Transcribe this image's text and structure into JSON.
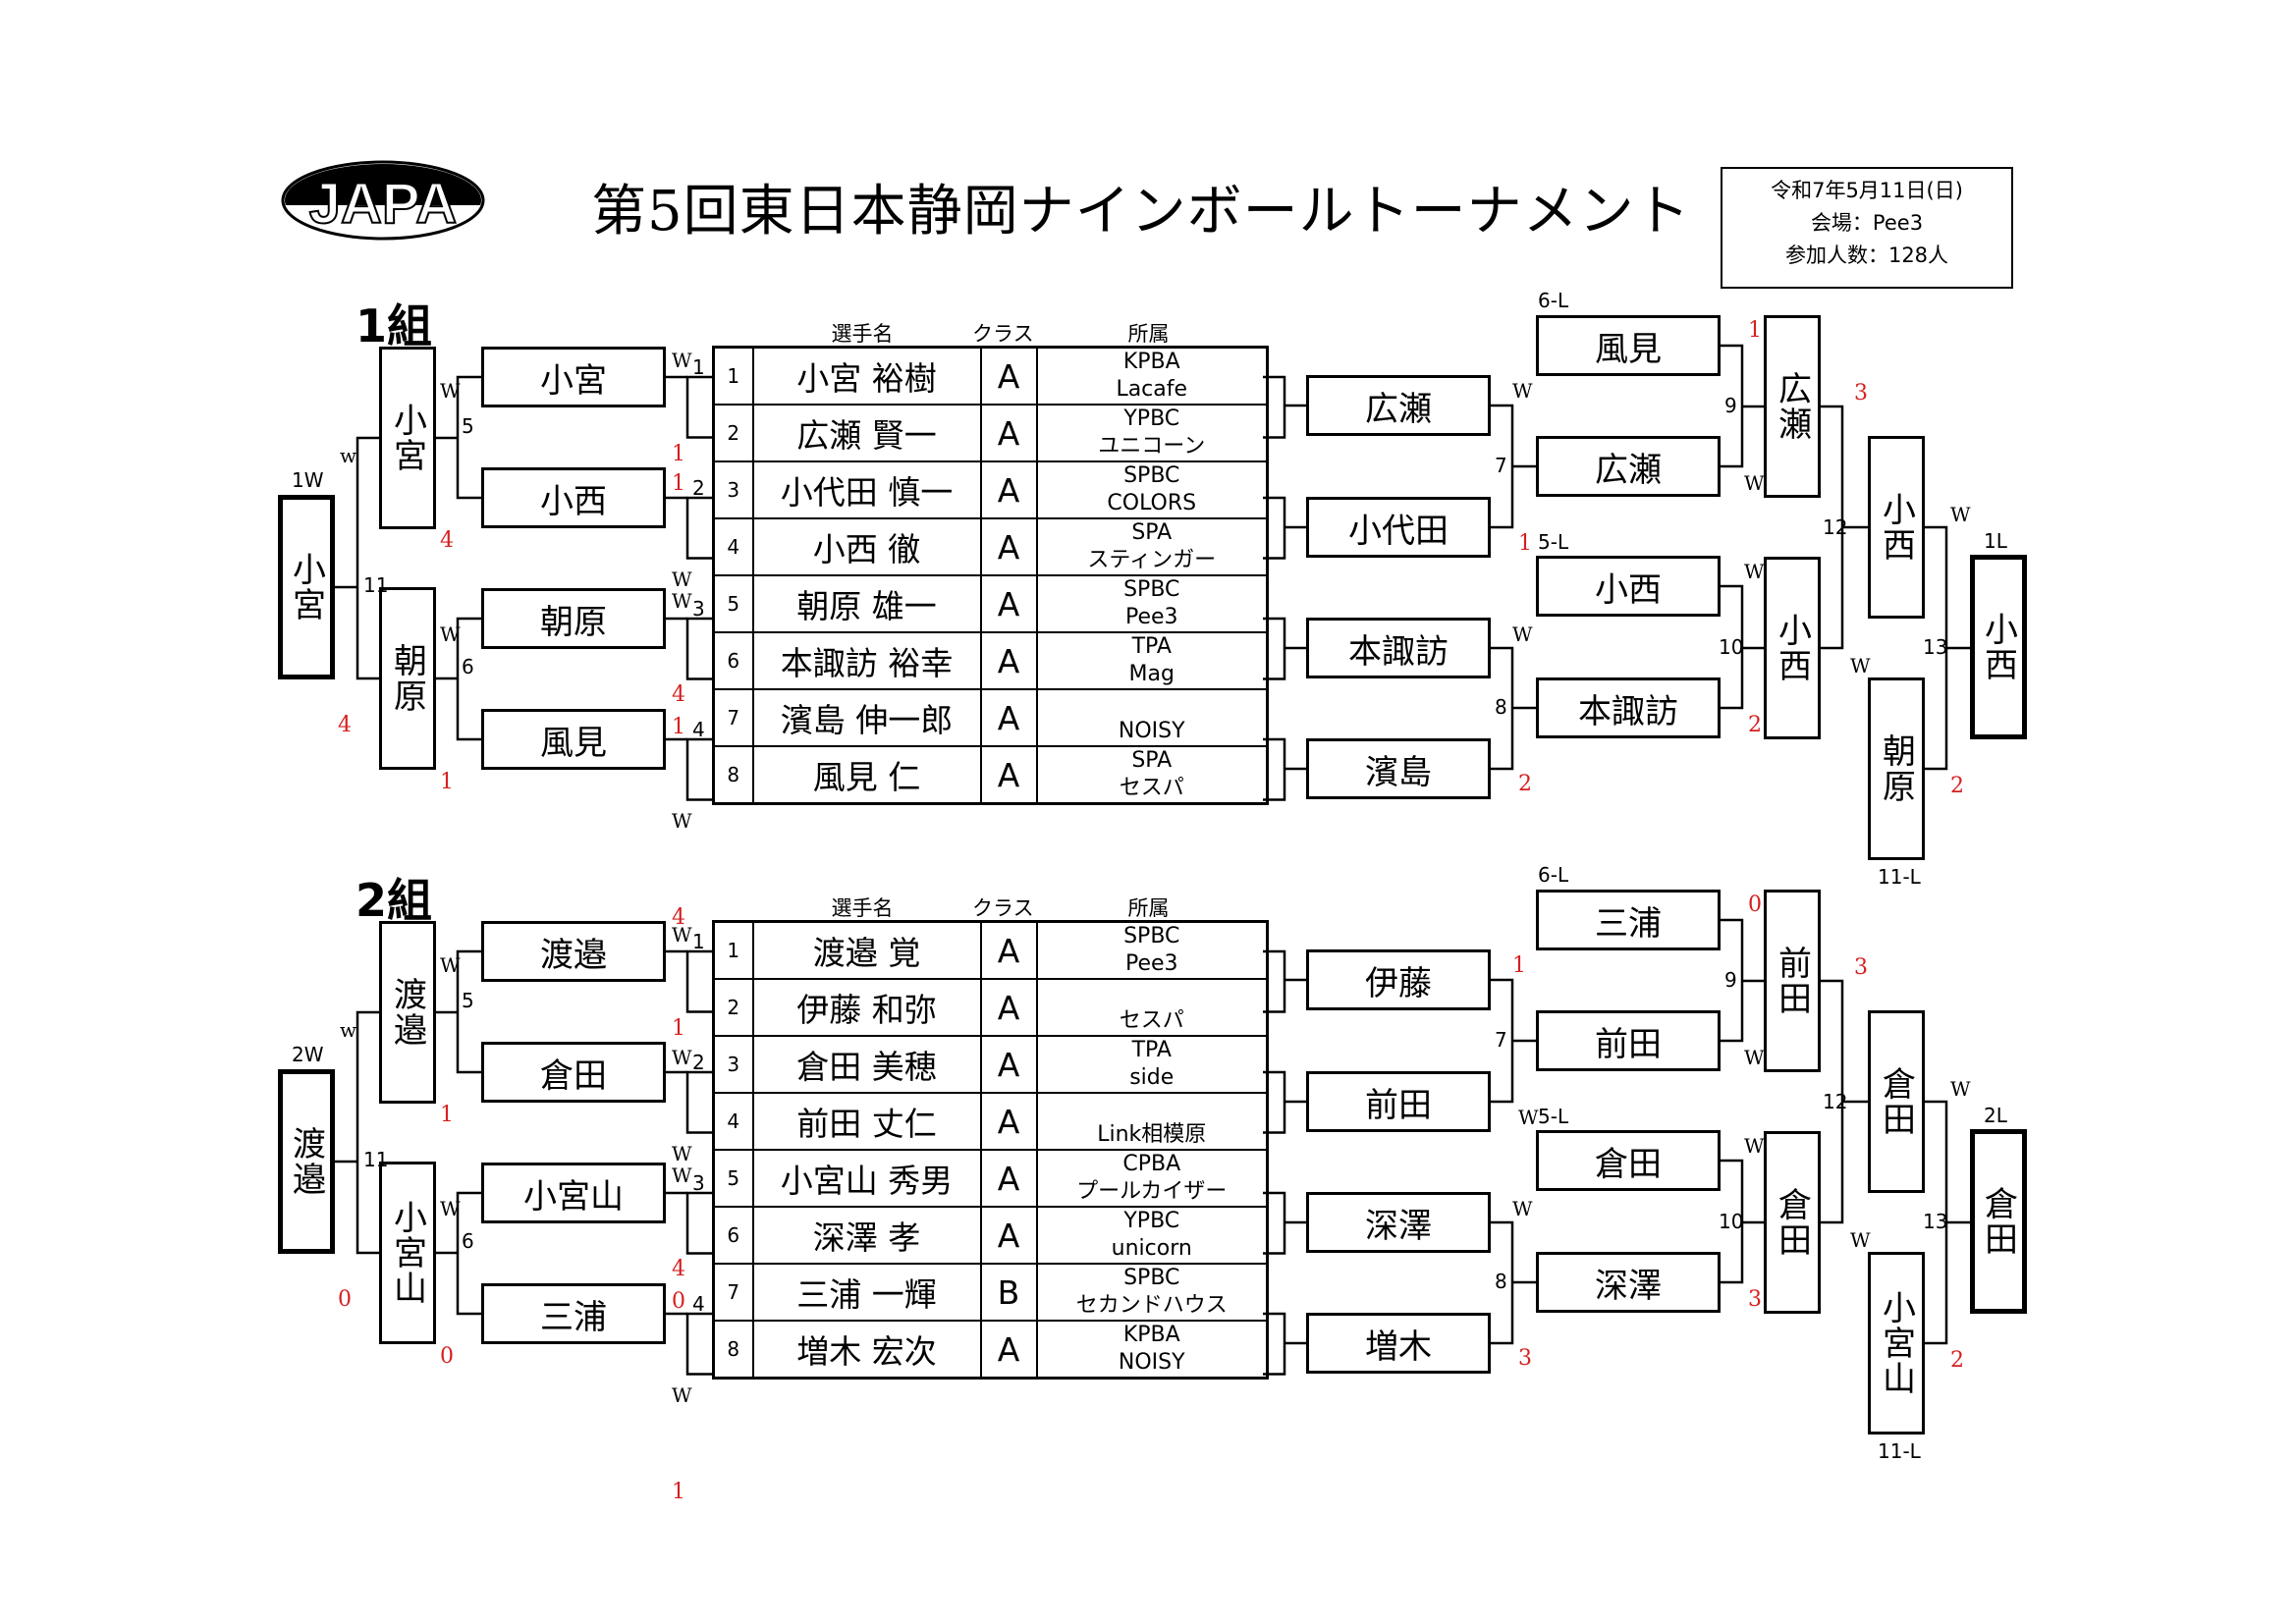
{
  "header": {
    "logo_text": "JAPA",
    "title": "第5回東日本静岡ナインボールトーナメント",
    "info": {
      "date": "令和7年5月11日(日)",
      "venue": "会場：Pee3",
      "participants": "参加人数：128人"
    }
  },
  "columns": {
    "name": "選手名",
    "class": "クラス",
    "affiliation": "所属"
  },
  "groups": [
    {
      "label": "1組",
      "players": [
        {
          "no": "1",
          "name": "小宮 裕樹",
          "cls": "A",
          "aff1": "KPBA",
          "aff2": "Lacafe"
        },
        {
          "no": "2",
          "name": "広瀬 賢一",
          "cls": "A",
          "aff1": "YPBC",
          "aff2": "ユニコーン"
        },
        {
          "no": "3",
          "name": "小代田 慎一",
          "cls": "A",
          "aff1": "SPBC",
          "aff2": "COLORS"
        },
        {
          "no": "4",
          "name": "小西 徹",
          "cls": "A",
          "aff1": "SPA",
          "aff2": "スティンガー"
        },
        {
          "no": "5",
          "name": "朝原 雄一",
          "cls": "A",
          "aff1": "SPBC",
          "aff2": "Pee3"
        },
        {
          "no": "6",
          "name": "本諏訪 裕幸",
          "cls": "A",
          "aff1": "TPA",
          "aff2": "Mag"
        },
        {
          "no": "7",
          "name": "濱島 伸一郎",
          "cls": "A",
          "aff1": "",
          "aff2": "NOISY"
        },
        {
          "no": "8",
          "name": "風見 仁",
          "cls": "A",
          "aff1": "SPA",
          "aff2": "セスパ"
        }
      ],
      "left": {
        "r1": [
          "小宮",
          "小西",
          "朝原",
          "風見"
        ],
        "r2": [
          "小宮",
          "朝原"
        ],
        "final_label": "1W",
        "final": "小宮",
        "match_r1": [
          "1",
          "2",
          "3",
          "4"
        ],
        "match_r2": [
          "5",
          "6"
        ],
        "match_final": "11",
        "scores_r1": [
          "1",
          "1",
          "4",
          "W",
          "1",
          "4"
        ],
        "ws_r1": [
          "W",
          "W",
          "W",
          "W"
        ],
        "scores_r2": [
          "W",
          "4",
          "W",
          "1"
        ],
        "scores_final": [
          "w",
          "4"
        ]
      },
      "right": {
        "r1": [
          "広瀬",
          "小代田",
          "本諏訪",
          "濱島"
        ],
        "r1_marks": [
          "W",
          "1",
          "W",
          "2"
        ],
        "r2": [
          "風見",
          "広瀬",
          "小西",
          "本諏訪"
        ],
        "r2_tags": [
          "6-L",
          "5-L"
        ],
        "r2_marks": [
          "1",
          "W",
          "W",
          "2"
        ],
        "match_r2": [
          "7",
          "8"
        ],
        "r3": [
          "広瀬",
          "小西"
        ],
        "match_r3": [
          "9",
          "10"
        ],
        "r3_marks": [
          "3",
          "W"
        ],
        "r4": [
          "小西",
          "朝原"
        ],
        "match_r4": "12",
        "r4_tag": "11-L",
        "r4_marks": [
          "W",
          "2"
        ],
        "match_final": "13",
        "final_label": "1L",
        "final": "小西"
      }
    },
    {
      "label": "2組",
      "players": [
        {
          "no": "1",
          "name": "渡邉 覚",
          "cls": "A",
          "aff1": "SPBC",
          "aff2": "Pee3"
        },
        {
          "no": "2",
          "name": "伊藤 和弥",
          "cls": "A",
          "aff1": "",
          "aff2": "セスパ"
        },
        {
          "no": "3",
          "name": "倉田 美穂",
          "cls": "A",
          "aff1": "TPA",
          "aff2": "side"
        },
        {
          "no": "4",
          "name": "前田 丈仁",
          "cls": "A",
          "aff1": "",
          "aff2": "Link相模原"
        },
        {
          "no": "5",
          "name": "小宮山 秀男",
          "cls": "A",
          "aff1": "CPBA",
          "aff2": "プールカイザー"
        },
        {
          "no": "6",
          "name": "深澤 孝",
          "cls": "A",
          "aff1": "YPBC",
          "aff2": "unicorn"
        },
        {
          "no": "7",
          "name": "三浦 一輝",
          "cls": "B",
          "aff1": "SPBC",
          "aff2": "セカンドハウス"
        },
        {
          "no": "8",
          "name": "増木 宏次",
          "cls": "A",
          "aff1": "KPBA",
          "aff2": "NOISY"
        }
      ],
      "left": {
        "r1": [
          "渡邉",
          "倉田",
          "小宮山",
          "三浦"
        ],
        "r2": [
          "渡邉",
          "小宮山"
        ],
        "final_label": "2W",
        "final": "渡邉",
        "match_r1": [
          "1",
          "2",
          "3",
          "4"
        ],
        "match_r2": [
          "5",
          "6"
        ],
        "match_final": "11",
        "scores_r1": [
          "1",
          "W",
          "4",
          "W",
          "0",
          "1"
        ],
        "ws_r1": [
          "W",
          "W",
          "W",
          "W"
        ],
        "scores_r2": [
          "W",
          "1",
          "W",
          "0"
        ],
        "scores_final": [
          "w",
          "0"
        ]
      },
      "right": {
        "r1": [
          "伊藤",
          "前田",
          "深澤",
          "増木"
        ],
        "r1_marks": [
          "1",
          "W",
          "W",
          "3"
        ],
        "r2": [
          "三浦",
          "前田",
          "倉田",
          "深澤"
        ],
        "r2_tags": [
          "6-L",
          "5-L"
        ],
        "r2_marks": [
          "0",
          "W",
          "W",
          "3"
        ],
        "match_r2": [
          "7",
          "8"
        ],
        "r3": [
          "前田",
          "倉田"
        ],
        "match_r3": [
          "9",
          "10"
        ],
        "r3_marks": [
          "3",
          "W"
        ],
        "r4": [
          "倉田",
          "小宮山"
        ],
        "match_r4": "12",
        "r4_tag": "11-L",
        "r4_marks": [
          "W",
          "2"
        ],
        "match_final": "13",
        "final_label": "2L",
        "final": "倉田"
      }
    }
  ]
}
